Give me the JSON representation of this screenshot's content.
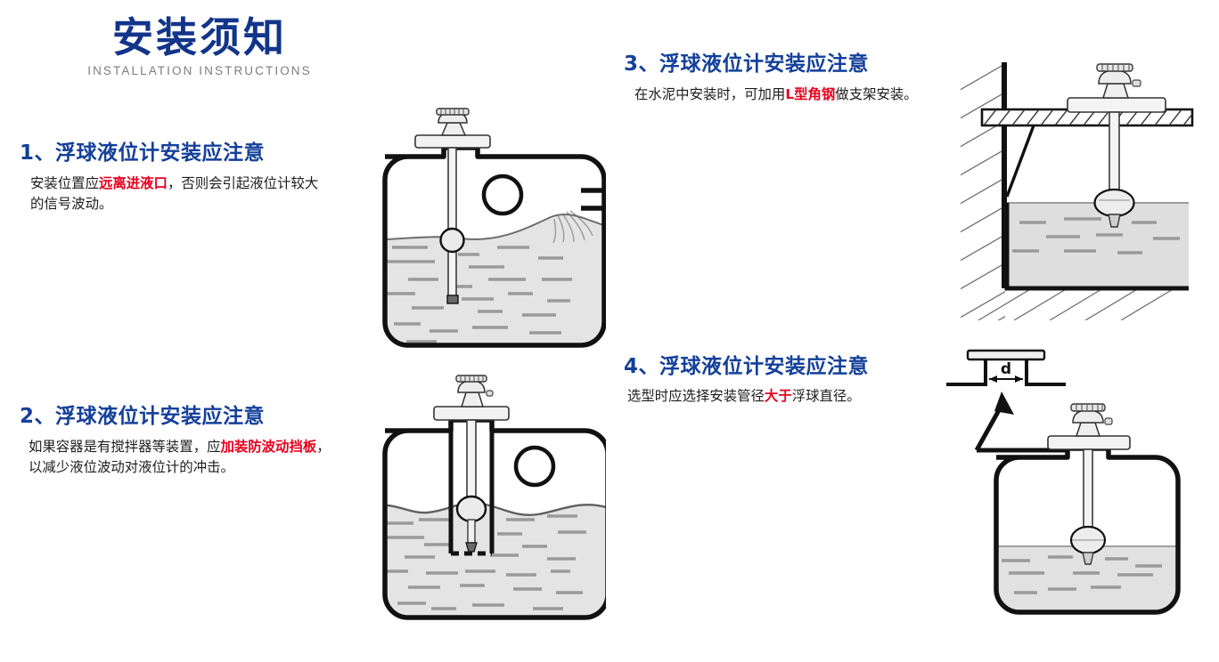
{
  "header": {
    "title": "安装须知",
    "subtitle": "INSTALLATION INSTRUCTIONS",
    "title_color": "#12358a",
    "subtitle_color": "#7d7d7d"
  },
  "colors": {
    "heading_blue": "#14409a",
    "highlight_red": "#e8001d",
    "body_text": "#1c1c1c",
    "outline_black": "#111111",
    "liquid_fill": "#e4e4e4",
    "liquid_dash": "#9a9a9a",
    "metal_fill": "#f2f2f2"
  },
  "sections": [
    {
      "number": "1、",
      "heading": "浮球液位计安装应注意",
      "body_parts": [
        {
          "text": "安装位置应",
          "highlight": false
        },
        {
          "text": "远离进液口",
          "highlight": true
        },
        {
          "text": "，否则会引起液位计较大的信号波动。",
          "highlight": false
        }
      ],
      "figure": "tank-with-inlet-splash"
    },
    {
      "number": "2、",
      "heading": "浮球液位计安装应注意",
      "body_parts": [
        {
          "text": "如果容器是有搅拌器等装置，应",
          "highlight": false
        },
        {
          "text": "加装防波动挡板",
          "highlight": true
        },
        {
          "text": "，以减少液位波动对液位计的冲击。",
          "highlight": false
        }
      ],
      "figure": "tank-with-stilling-well"
    },
    {
      "number": "3、",
      "heading": "浮球液位计安装应注意",
      "body_parts": [
        {
          "text": "在水泥中安装时，可加用",
          "highlight": false
        },
        {
          "text": "L型角钢",
          "highlight": true
        },
        {
          "text": "做支架安装。",
          "highlight": false
        }
      ],
      "figure": "wall-bracket-mount"
    },
    {
      "number": "4、",
      "heading": "浮球液位计安装应注意",
      "body_parts": [
        {
          "text": "选型时应选择安装管径",
          "highlight": false
        },
        {
          "text": "大于",
          "highlight": true
        },
        {
          "text": "浮球直径。",
          "highlight": false
        }
      ],
      "figure": "nozzle-diameter-detail"
    }
  ],
  "figure_labels": {
    "nozzle_diameter": "d"
  }
}
